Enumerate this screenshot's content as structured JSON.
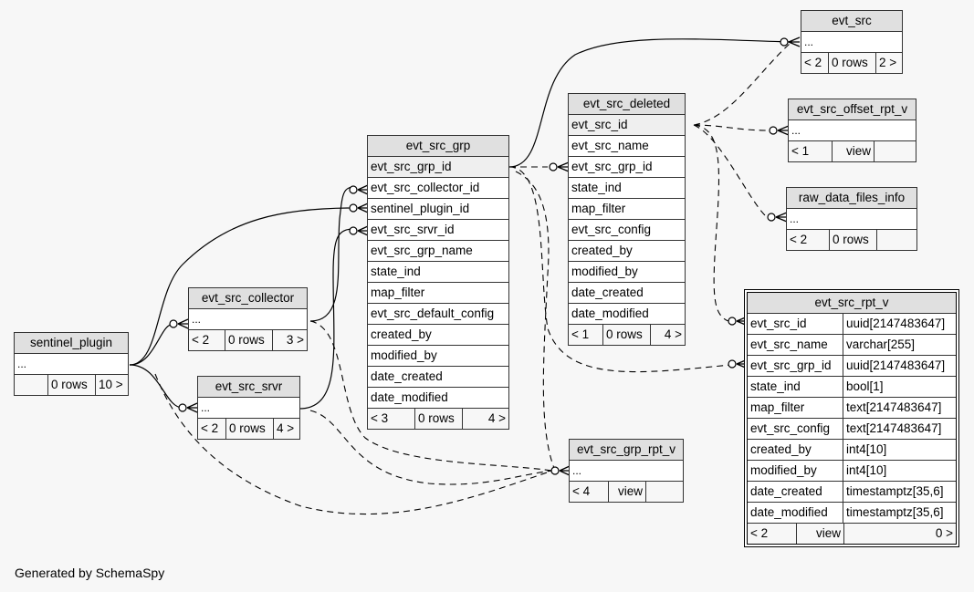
{
  "footer": "Generated by SchemaSpy",
  "ellipsis": "...",
  "tables": {
    "evt_src": {
      "name": "evt_src",
      "foot": [
        "< 2",
        "0 rows",
        "2 >"
      ]
    },
    "evt_src_offset_rpt_v": {
      "name": "evt_src_offset_rpt_v",
      "foot": [
        "< 1",
        "view",
        ""
      ]
    },
    "raw_data_files_info": {
      "name": "raw_data_files_info",
      "foot": [
        "< 2",
        "0 rows",
        ""
      ]
    },
    "evt_src_deleted": {
      "name": "evt_src_deleted",
      "columns": [
        "evt_src_id",
        "evt_src_name",
        "evt_src_grp_id",
        "state_ind",
        "map_filter",
        "evt_src_config",
        "created_by",
        "modified_by",
        "date_created",
        "date_modified"
      ],
      "foot": [
        "< 1",
        "0 rows",
        "4 >"
      ]
    },
    "evt_src_grp": {
      "name": "evt_src_grp",
      "columns": [
        "evt_src_grp_id",
        "evt_src_collector_id",
        "sentinel_plugin_id",
        "evt_src_srvr_id",
        "evt_src_grp_name",
        "state_ind",
        "map_filter",
        "evt_src_default_config",
        "created_by",
        "modified_by",
        "date_created",
        "date_modified"
      ],
      "foot": [
        "< 3",
        "0 rows",
        "4 >"
      ]
    },
    "evt_src_collector": {
      "name": "evt_src_collector",
      "foot": [
        "< 2",
        "0 rows",
        "3 >"
      ]
    },
    "evt_src_srvr": {
      "name": "evt_src_srvr",
      "foot": [
        "< 2",
        "0 rows",
        "4 >"
      ]
    },
    "sentinel_plugin": {
      "name": "sentinel_plugin",
      "foot": [
        "",
        "0 rows",
        "10 >"
      ]
    },
    "evt_src_grp_rpt_v": {
      "name": "evt_src_grp_rpt_v",
      "foot": [
        "< 4",
        "view",
        ""
      ]
    },
    "evt_src_rpt_v": {
      "name": "evt_src_rpt_v",
      "columns": [
        {
          "name": "evt_src_id",
          "type": "uuid[2147483647]"
        },
        {
          "name": "evt_src_name",
          "type": "varchar[255]"
        },
        {
          "name": "evt_src_grp_id",
          "type": "uuid[2147483647]"
        },
        {
          "name": "state_ind",
          "type": "bool[1]"
        },
        {
          "name": "map_filter",
          "type": "text[2147483647]"
        },
        {
          "name": "evt_src_config",
          "type": "text[2147483647]"
        },
        {
          "name": "created_by",
          "type": "int4[10]"
        },
        {
          "name": "modified_by",
          "type": "int4[10]"
        },
        {
          "name": "date_created",
          "type": "timestamptz[35,6]"
        },
        {
          "name": "date_modified",
          "type": "timestamptz[35,6]"
        }
      ],
      "foot": [
        "< 2",
        "view",
        "0 >"
      ]
    }
  }
}
